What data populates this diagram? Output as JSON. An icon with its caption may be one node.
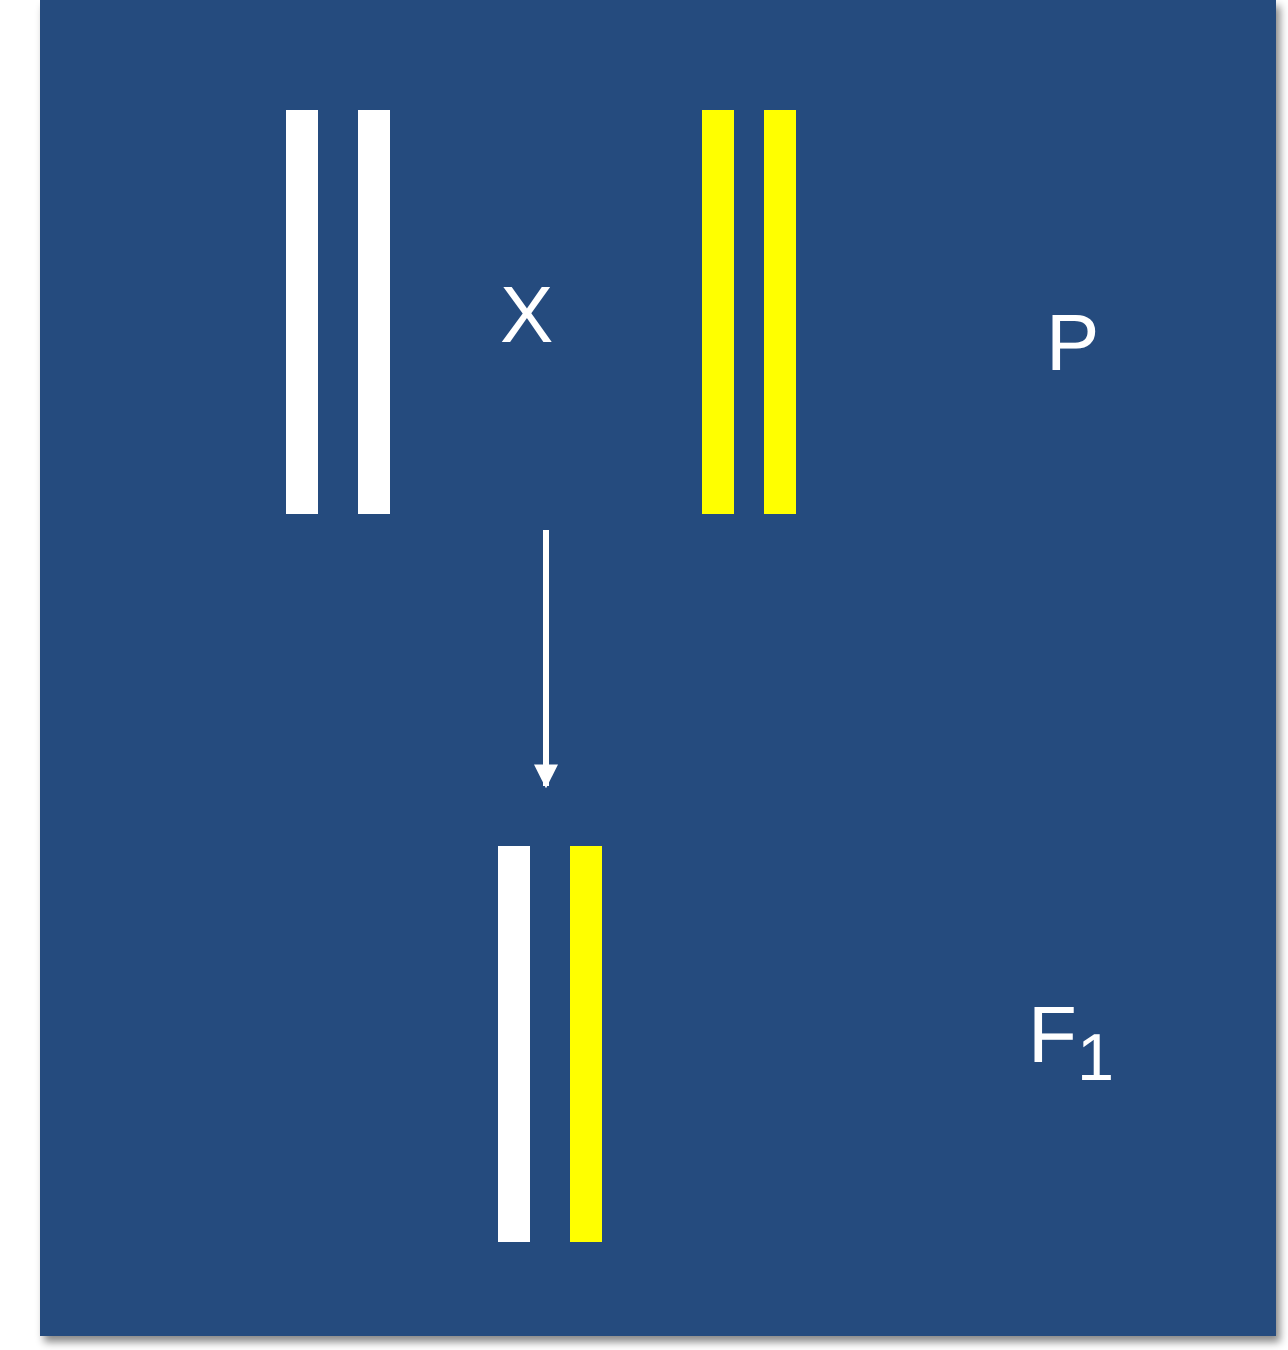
{
  "diagram": {
    "nodes": [
      {
        "text": [],
        "shape": "bar"
      },
      {
        "text": [],
        "shape": "bar"
      },
      {
        "text": [],
        "shape": "bar"
      }
    ],
    "edges": [
      {
        "from": null,
        "to": 2,
        "arrow": "to"
      }
    ],
    "labels": [
      "X",
      "P",
      "F$_{1}$"
    ]
  }
}
